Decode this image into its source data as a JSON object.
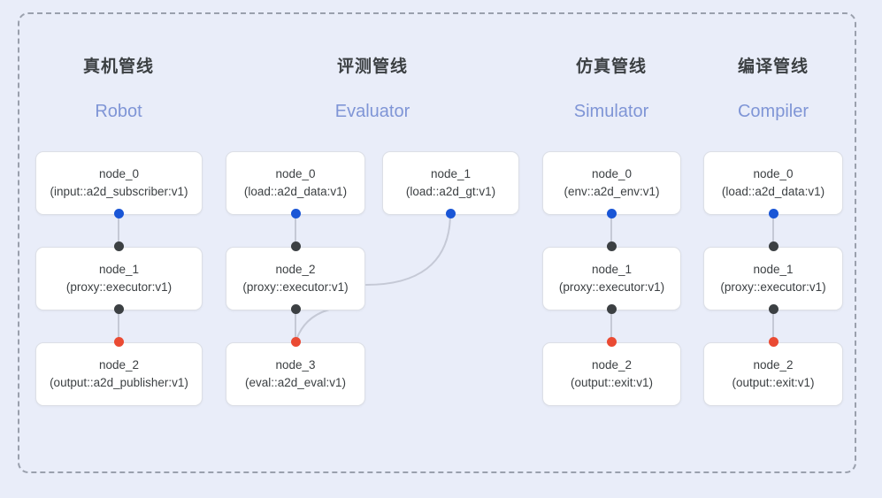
{
  "diagram": {
    "background_color": "#e9edf9",
    "frame_style": "dashed",
    "frame_color": "#9aa0ad",
    "link_color": "#c5c9d6",
    "port_colors": {
      "input": "#1a56d6",
      "internal": "#3c4043",
      "output": "#ea4a33"
    },
    "title_color": "#3c4043",
    "subtitle_color": "#7f95d6"
  },
  "columns": [
    {
      "id": "robot",
      "title_cn": "真机管线",
      "title_en": "Robot",
      "nodes": [
        {
          "name": "node_0",
          "type": "(input::a2d_subscriber:v1)"
        },
        {
          "name": "node_1",
          "type": "(proxy::executor:v1)"
        },
        {
          "name": "node_2",
          "type": "(output::a2d_publisher:v1)"
        }
      ]
    },
    {
      "id": "evaluator",
      "title_cn": "评测管线",
      "title_en": "Evaluator",
      "nodes": [
        {
          "name": "node_0",
          "type": "(load::a2d_data:v1)"
        },
        {
          "name": "node_1",
          "type": "(load::a2d_gt:v1)"
        },
        {
          "name": "node_2",
          "type": "(proxy::executor:v1)"
        },
        {
          "name": "node_3",
          "type": "(eval::a2d_eval:v1)"
        }
      ]
    },
    {
      "id": "simulator",
      "title_cn": "仿真管线",
      "title_en": "Simulator",
      "nodes": [
        {
          "name": "node_0",
          "type": "(env::a2d_env:v1)"
        },
        {
          "name": "node_1",
          "type": "(proxy::executor:v1)"
        },
        {
          "name": "node_2",
          "type": "(output::exit:v1)"
        }
      ]
    },
    {
      "id": "compiler",
      "title_cn": "编译管线",
      "title_en": "Compiler",
      "nodes": [
        {
          "name": "node_0",
          "type": "(load::a2d_data:v1)"
        },
        {
          "name": "node_1",
          "type": "(proxy::executor:v1)"
        },
        {
          "name": "node_2",
          "type": "(output::exit:v1)"
        }
      ]
    }
  ]
}
